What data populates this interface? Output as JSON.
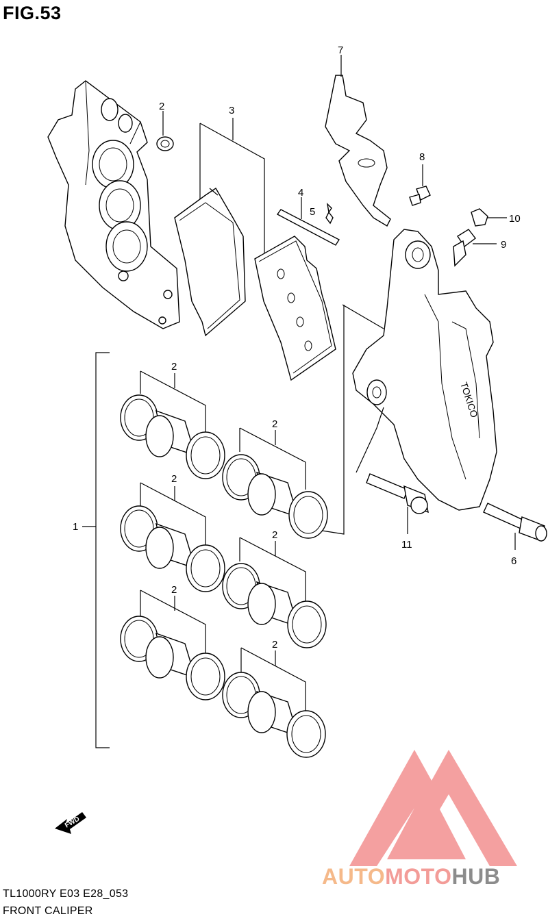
{
  "figure": {
    "title": "FIG.53",
    "model_code": "TL1000RY E03 E28_053",
    "section_name": "FRONT CALIPER"
  },
  "callouts": [
    {
      "id": "1",
      "label": "1"
    },
    {
      "id": "2",
      "label": "2"
    },
    {
      "id": "3",
      "label": "3"
    },
    {
      "id": "4",
      "label": "4"
    },
    {
      "id": "5",
      "label": "5"
    },
    {
      "id": "6",
      "label": "6"
    },
    {
      "id": "7",
      "label": "7"
    },
    {
      "id": "8",
      "label": "8"
    },
    {
      "id": "9",
      "label": "9"
    },
    {
      "id": "10",
      "label": "10"
    },
    {
      "id": "11",
      "label": "11"
    }
  ],
  "fwd_arrow": {
    "label": "FWD"
  },
  "caliper_brand": {
    "label": "TOKICO"
  },
  "watermark": {
    "parts": [
      "AUTO",
      "MOTO",
      "HUB"
    ],
    "colors": {
      "auto": "#f5b98a",
      "moto": "#f39c98",
      "hub": "#8c8c8c",
      "logo": "#f08080"
    }
  }
}
